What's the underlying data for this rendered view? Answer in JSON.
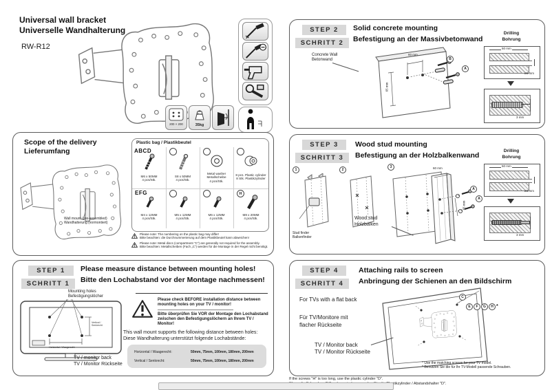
{
  "header": {
    "title_en": "Universal wall bracket",
    "title_de": "Universelle Wandhalterung",
    "model": "RW-R12"
  },
  "specs": {
    "vesa": "200 × 200",
    "max_label": "Max",
    "max_weight": "35kg"
  },
  "scope": {
    "title_en": "Scope of the delivery",
    "title_de": "Lieferumfang",
    "wallmount_caption_en": "Wall mount (pre-assembled)",
    "wallmount_caption_de": "Wandhalterung (vormontiert)",
    "bag_title": "Plastic bag / Plastikbeutel",
    "parts": [
      {
        "badge": "ABCD",
        "l1": "M6 x 50MM",
        "l2": "4 pcs/Stk.",
        "l3": ""
      },
      {
        "badge": "",
        "l1": "S8 x 50MM",
        "l2": "4 pcs/Stk.",
        "l3": ""
      },
      {
        "badge": "",
        "l1": "Metal washer",
        "l2": "Metallscheibe",
        "l3": "4 pcs/Stk."
      },
      {
        "badge": "",
        "l1": "8 pcs. Plastic cylinder",
        "l2": "8 Stk. Plastikzylinder",
        "l3": ""
      },
      {
        "badge": "EFG",
        "l1": "M4 x 12MM",
        "l2": "4 pcs/Stk.",
        "l3": ""
      },
      {
        "badge": "",
        "l1": "M5 x 12MM",
        "l2": "4 pcs/Stk.",
        "l3": ""
      },
      {
        "badge": "",
        "l1": "M6 x 12MM",
        "l2": "4 pcs/Stk.",
        "l3": ""
      },
      {
        "badge": "H",
        "l1": "M8 x 20MM",
        "l2": "4 pcs/Stk.",
        "l3": ""
      }
    ],
    "note1_en": "Please note: The numbering on the plastic bag may differ!",
    "note1_de": "Bitte beachten: die Durchnummerierung auf dem Plastikbeutel kann abweichen!",
    "note2_en": "Please note: Metal discs (compartment \"C\") are generally not required for the assembly.",
    "note2_de": "Bitte beachten: Metallscheiben (Fach „C“) werden für die Montage in der Regel nicht benötigt."
  },
  "step1": {
    "step_label": "STEP 1",
    "schritt_label": "SCHRITT 1",
    "title_en": "Please measure distance between mounting holes!",
    "title_de": "Bitte den Lochabstand vor der Montage nachmessen!",
    "mounting_holes_en": "Mounting holes",
    "mounting_holes_de": "Befestigungslöcher",
    "dim_v": "Vertical / Senkrecht",
    "dim_h": "Horizontal / Waagerecht",
    "tv_back_en": "TV / monitor back",
    "tv_back_de": "TV / Monitor Rückseite",
    "warn_en": "Please check BEFORE installation distance between mounting holes on your TV / monitor!",
    "warn_de": "Bitte überprüfen Sie VOR der Montage den Lochabstand zwischen den Befestigungslöchern an Ihrem TV / Monitor!",
    "supports_en": "This wall mount supports the following distance between holes:",
    "supports_de": "Diese Wandhalterung unterstützt folgende Lochabstände:",
    "table": [
      {
        "label": "Horizontal / Waagerecht:",
        "values": "50mm, 75mm, 100mm, 180mm, 200mm"
      },
      {
        "label": "Vertical / Senkrecht:",
        "values": "50mm, 75mm, 100mm, 180mm, 200mm"
      }
    ]
  },
  "step2": {
    "step_label": "STEP 2",
    "schritt_label": "SCHRITT 2",
    "title_en": "Solid concrete mounting",
    "title_de": "Befestigung an der Massivbetonwand",
    "wall_label_en": "Concrete Wall",
    "wall_label_de": "Betonwand",
    "dim_width": "60 mm",
    "dim_height": "65 mm",
    "callout_a": "A",
    "callout_b": "B",
    "drilling_en": "Drilling",
    "drilling_de": "Bohrung",
    "drill_depth": "50 mm",
    "drill_dia": "ø8 mm",
    "protrusion": "3 mm"
  },
  "step3": {
    "step_label": "STEP 3",
    "schritt_label": "SCHRITT 3",
    "title_en": "Wood stud mounting",
    "title_de": "Befestigung an der Holzbalkenwand",
    "nums": [
      "1",
      "2",
      "3"
    ],
    "stud_finder_en": "Stud finder",
    "stud_finder_de": "Balkenfinder",
    "wood_stud_en": "Wood stud",
    "wood_stud_de": "Holzbalken",
    "dim_width": "60 mm",
    "dim_height": "65 mm",
    "callout_a": "A",
    "drilling_en": "Drilling",
    "drilling_de": "Bohrung",
    "drill_depth": "50 mm",
    "drill_dia": "ø3 mm",
    "protrusion": "3 mm"
  },
  "step4": {
    "step_label": "STEP 4",
    "schritt_label": "SCHRITT 4",
    "title_en": "Attaching rails to screen",
    "title_de": "Anbringung der Schienen an den Bildschirm",
    "flat_back_en": "For TVs with a flat back",
    "flat_back_de1": "Für TV/Monitore mit",
    "flat_back_de2": "flacher Rückseite",
    "tv_back_en": "TV / Monitor back",
    "tv_back_de": "TV / Monitor Rückseite",
    "callout_c": "C",
    "callouts": [
      "E",
      "F",
      "G",
      "H"
    ],
    "callout_star": "*",
    "fn1": "* Use the matching screws for your TV model.",
    "fn2": "* Benutzen Sie die für Ihr TV-Modell passende Schrauben."
  },
  "bottom_notes": {
    "line1": "If the screws \"H\" is too long, use the plastic cylinder \"D\".",
    "line2": "Wenn die Schrauben \"H\" zu lang sind,  verwenden Sie die Plastikzylinder / Abstandshalter \"D\"."
  }
}
